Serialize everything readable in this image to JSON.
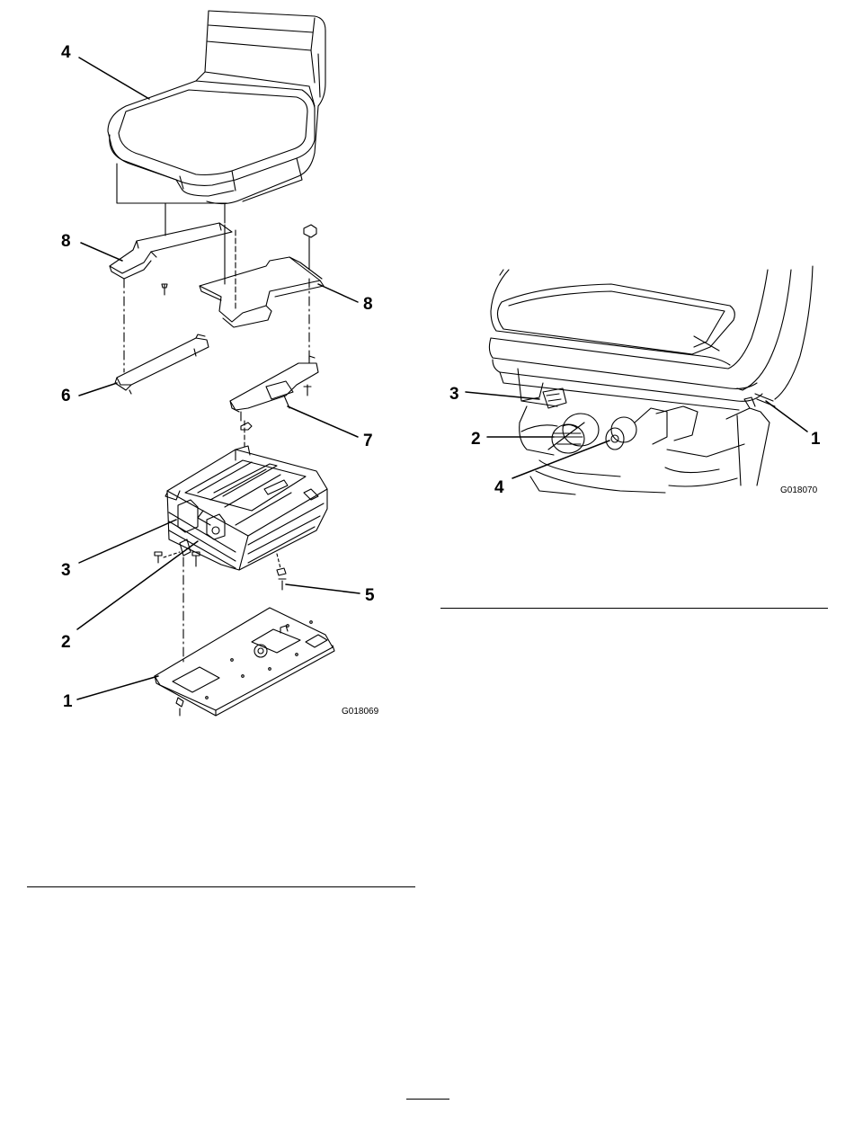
{
  "figure_left": {
    "id": "G018069",
    "callouts": {
      "c1": "1",
      "c2": "2",
      "c3": "3",
      "c4": "4",
      "c5": "5",
      "c6": "6",
      "c7": "7",
      "c8a": "8",
      "c8b": "8"
    }
  },
  "figure_right": {
    "id": "G018070",
    "callouts": {
      "c1": "1",
      "c2": "2",
      "c3": "3",
      "c4": "4"
    }
  }
}
